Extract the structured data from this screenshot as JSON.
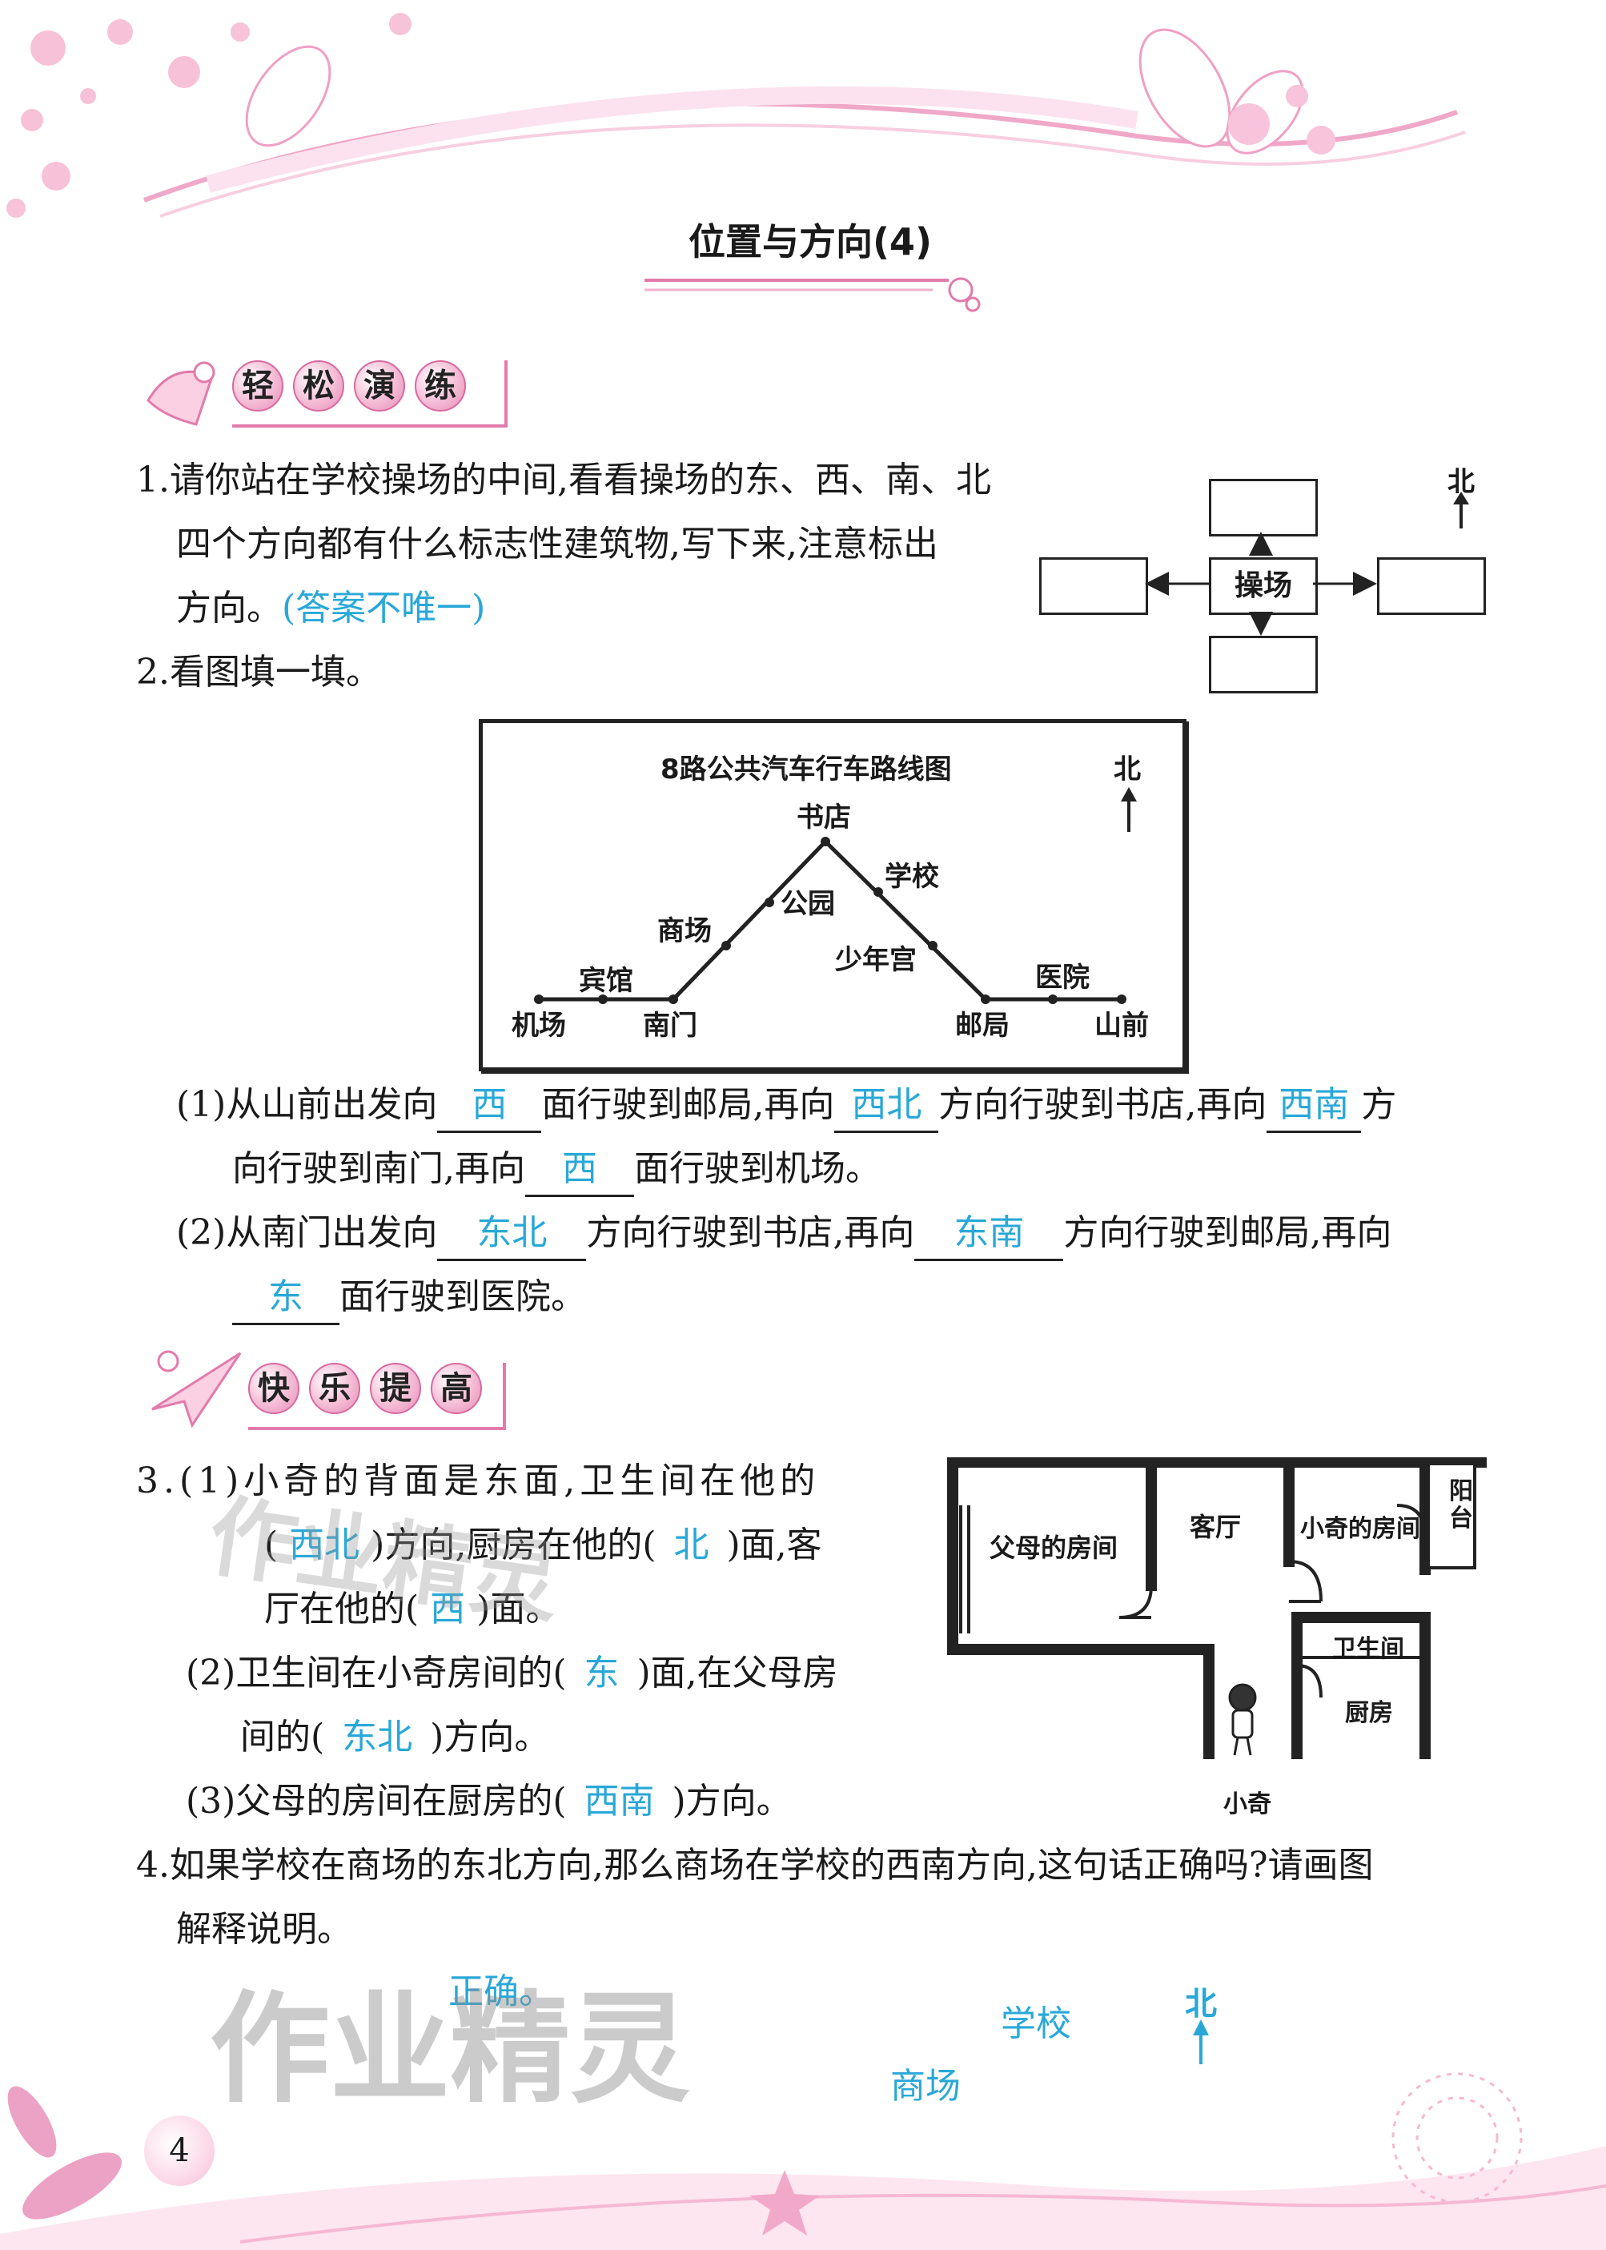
{
  "header": {
    "title": "位置与方向(4)"
  },
  "sections": {
    "practice": {
      "chars": [
        "轻",
        "松",
        "演",
        "练"
      ]
    },
    "improve": {
      "chars": [
        "快",
        "乐",
        "提",
        "高"
      ]
    }
  },
  "q1": {
    "line1": "1.请你站在学校操场的中间,看看操场的东、西、南、北",
    "line2": "四个方向都有什么标志性建筑物,写下来,注意标出",
    "line3": "方向。",
    "note": "(答案不唯一)",
    "center_label": "操场",
    "north_label": "北"
  },
  "q2": {
    "title": "2.看图填一填。",
    "map": {
      "title": "8路公共汽车行车路线图",
      "north": "北",
      "stops": [
        "机场",
        "宾馆",
        "南门",
        "商场",
        "公园",
        "书店",
        "学校",
        "少年宫",
        "邮局",
        "医院",
        "山前"
      ]
    },
    "p1": {
      "a": "(1)从山前出发向",
      "b1": "西",
      "c": "面行驶到邮局,再向",
      "b2": "西北",
      "d": "方向行驶到书店,再向",
      "b3": "西南",
      "e": "方",
      "f": "向行驶到南门,再向",
      "b4": "西",
      "g": "面行驶到机场。"
    },
    "p2": {
      "a": "(2)从南门出发向",
      "b1": "东北",
      "c": "方向行驶到书店,再向",
      "b2": "东南",
      "d": "方向行驶到邮局,再向",
      "b3": "东",
      "e": "面行驶到医院。"
    }
  },
  "q3": {
    "l1": "3.(1)小奇的背面是东面,卫生间在他的",
    "l2a": "(",
    "l2ans": "西北",
    "l2b": ")方向,厨房在他的(",
    "l2ans2": "北",
    "l2c": ")面,客",
    "l3a": "厅在他的(",
    "l3ans": "西",
    "l3b": ")面。",
    "l4a": "(2)卫生间在小奇房间的(",
    "l4ans": "东",
    "l4b": ")面,在父母房",
    "l5a": "间的(",
    "l5ans": "东北",
    "l5b": ")方向。",
    "l6a": "(3)父母的房间在厨房的(",
    "l6ans": "西南",
    "l6b": ")方向。",
    "plan": {
      "parents": "父母的房间",
      "living": "客厅",
      "xiaoqi_room": "小奇的房间",
      "balcony1": "阳",
      "balcony2": "台",
      "bathroom": "卫生间",
      "kitchen": "厨房",
      "person": "小奇"
    }
  },
  "q4": {
    "l1": "4.如果学校在商场的东北方向,那么商场在学校的西南方向,这句话正确吗?请画图",
    "l2": "解释说明。",
    "answer": "正确。",
    "school": "学校",
    "mall": "商场",
    "north": "北"
  },
  "watermark": {
    "text": "作业精灵"
  },
  "footer": {
    "page_number": "4"
  }
}
